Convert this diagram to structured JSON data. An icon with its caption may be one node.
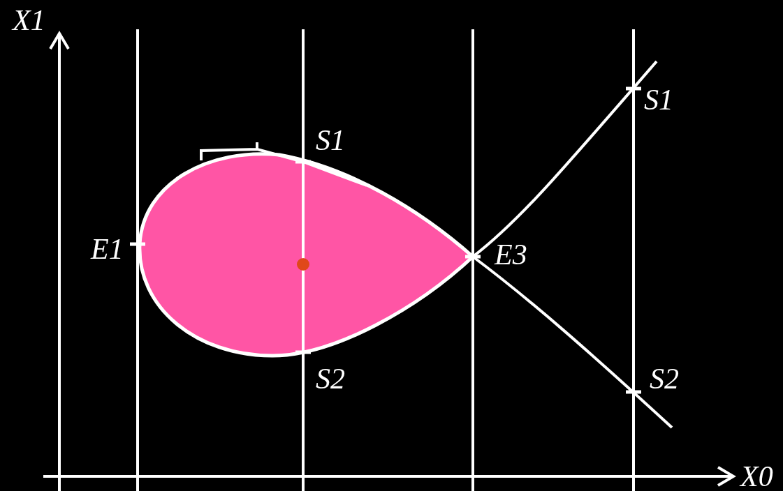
{
  "diagram": {
    "labels": [
      "X1",
      "S1",
      "S1",
      "E1",
      "E3",
      "S2",
      "S2",
      "X0"
    ]
  }
}
